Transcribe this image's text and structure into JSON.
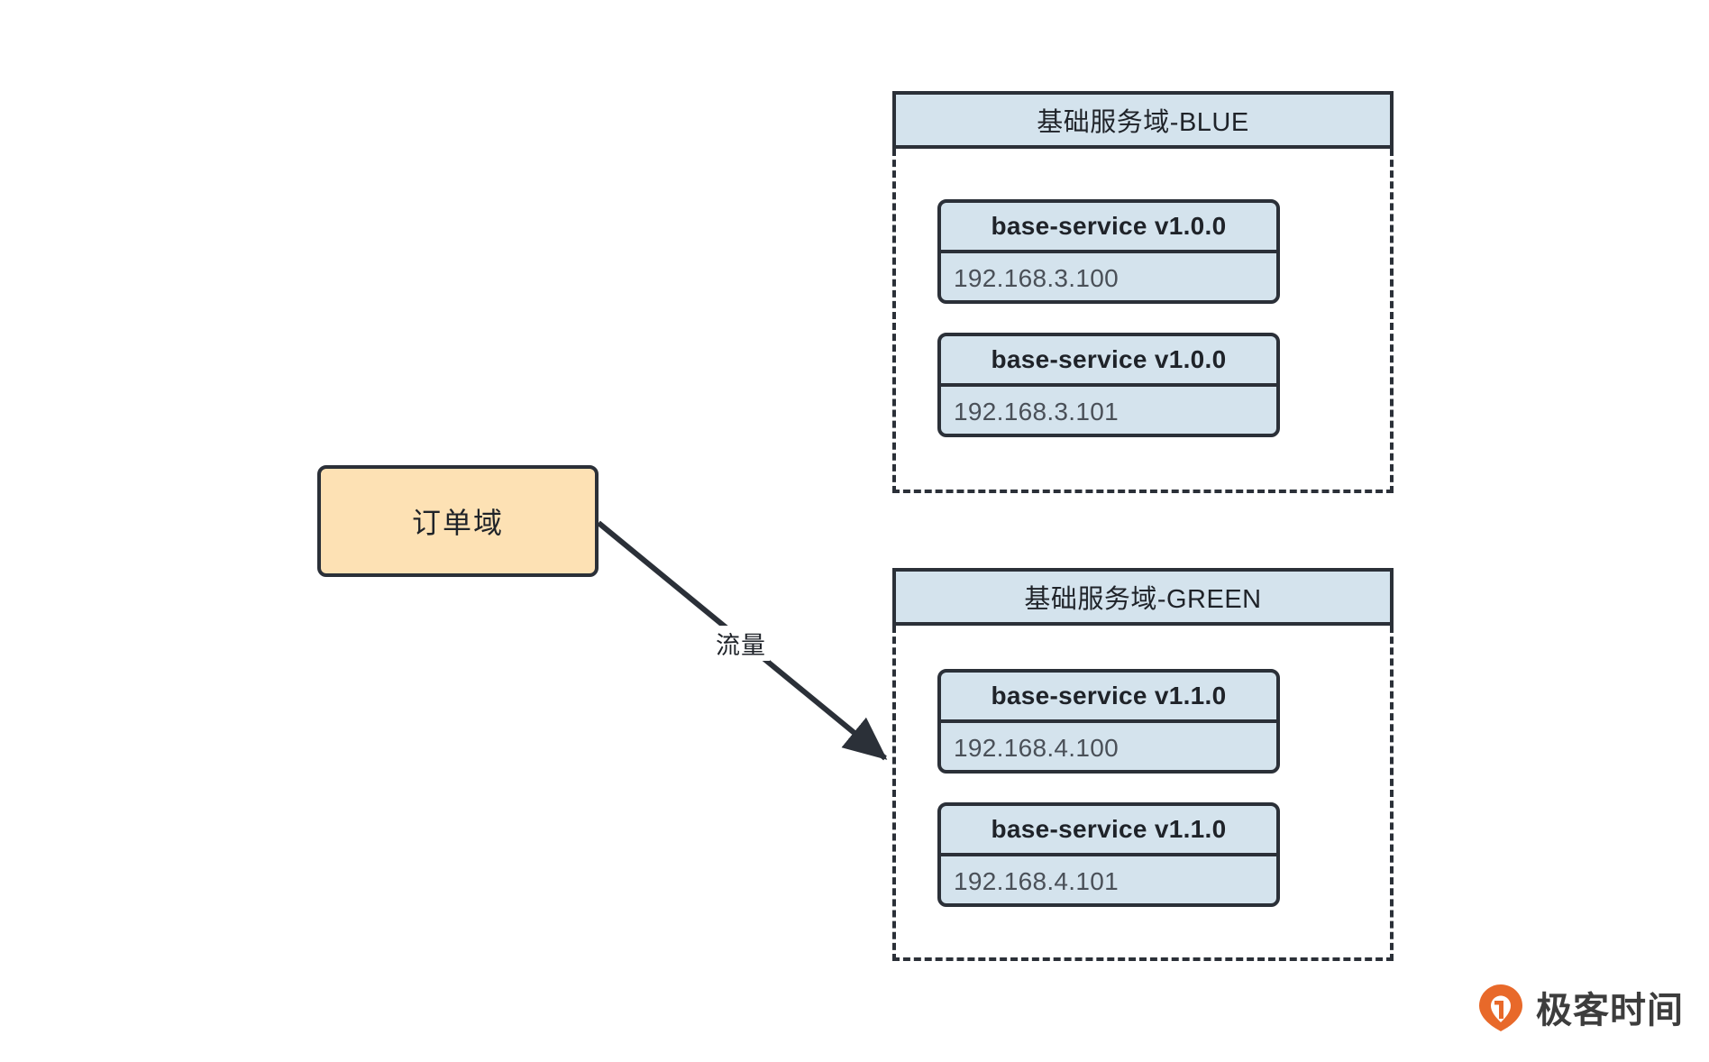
{
  "diagram": {
    "source_node": {
      "label": "订单域",
      "fill": "#fde1b4",
      "border": "#2b3038"
    },
    "edge": {
      "label": "流量",
      "color": "#2b3038",
      "from": "订单域",
      "to": "基础服务域-GREEN"
    },
    "groups": [
      {
        "header": "基础服务域-BLUE",
        "fill": "#d4e3ed",
        "border": "#2b3038",
        "nodes": [
          {
            "title": "base-service v1.0.0",
            "ip": "192.168.3.100"
          },
          {
            "title": "base-service v1.0.0",
            "ip": "192.168.3.101"
          }
        ]
      },
      {
        "header": "基础服务域-GREEN",
        "fill": "#d4e3ed",
        "border": "#2b3038",
        "nodes": [
          {
            "title": "base-service v1.1.0",
            "ip": "192.168.4.100"
          },
          {
            "title": "base-service v1.1.0",
            "ip": "192.168.4.101"
          }
        ]
      }
    ]
  },
  "watermark": {
    "text": "极客时间",
    "color": "#e8692a"
  }
}
